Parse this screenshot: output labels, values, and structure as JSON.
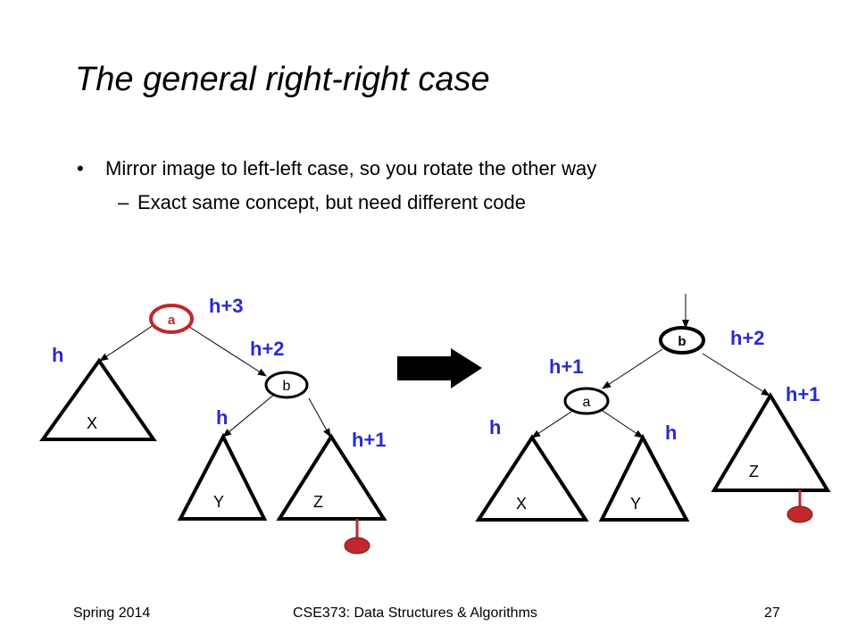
{
  "slide": {
    "title": "The general right-right case",
    "bullets": [
      {
        "text": "Mirror image to left-left case, so you rotate the other way",
        "sub": "Exact same concept, but need different code"
      }
    ]
  },
  "diagram": {
    "before": {
      "nodes": {
        "a": "a",
        "b": "b"
      },
      "subtrees": {
        "X": "X",
        "Y": "Y",
        "Z": "Z"
      },
      "heights": {
        "a": "h+3",
        "b": "h+2",
        "X": "h",
        "Y": "h",
        "Z": "h+1"
      }
    },
    "after": {
      "nodes": {
        "b": "b",
        "a": "a"
      },
      "subtrees": {
        "X": "X",
        "Y": "Y",
        "Z": "Z"
      },
      "heights": {
        "b": "h+2",
        "a": "h+1",
        "X": "h",
        "Y": "h",
        "Z": "h+1"
      }
    },
    "colors": {
      "height_label": "#2a2ad0",
      "highlight": "#c0282d"
    }
  },
  "footer": {
    "left": "Spring 2014",
    "center": "CSE373: Data Structures & Algorithms",
    "page": "27"
  }
}
